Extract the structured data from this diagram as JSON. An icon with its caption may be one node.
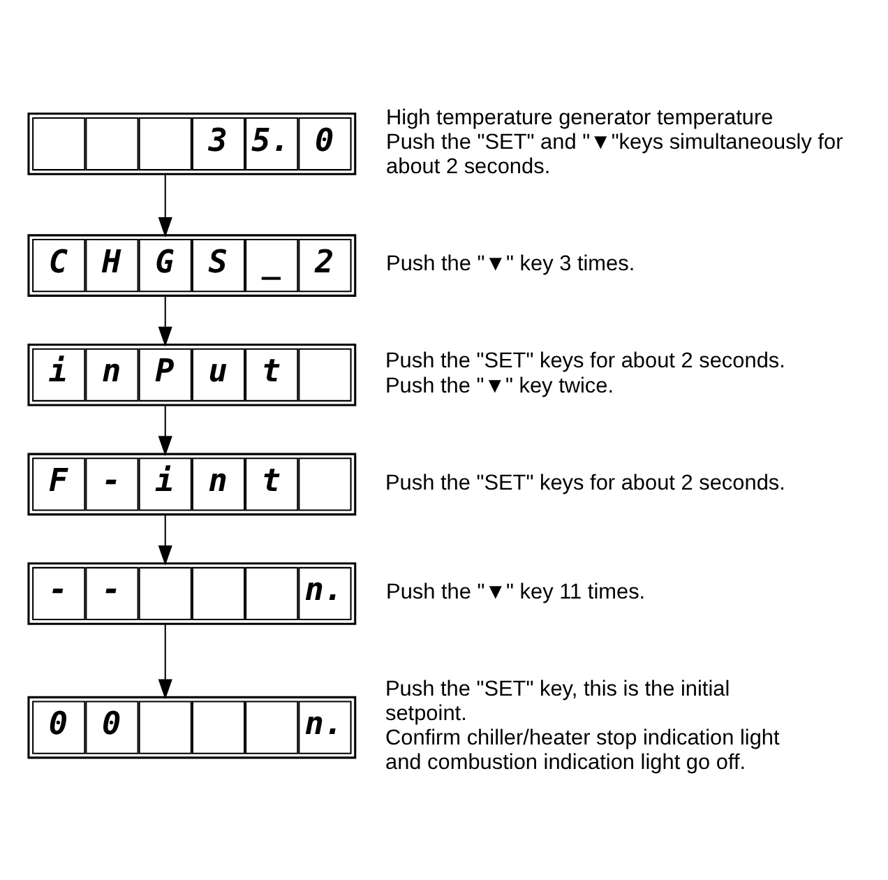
{
  "diagram": {
    "nodes": [
      {
        "text": [],
        "shape": "box",
        "beside": [
          "High temperature generator temperature",
          "Push the \"SET\" and \"▼\"keys simultaneously for about 2 seconds."
        ]
      },
      {
        "text": [],
        "shape": "box",
        "in": 0
      },
      {
        "text": [],
        "shape": "box",
        "in": 0
      },
      {
        "text": [],
        "shape": "box",
        "in": 0
      },
      {
        "text": [
          "3"
        ],
        "in": 0
      },
      {
        "text": [
          "5."
        ],
        "in": 0
      },
      {
        "text": [
          "0"
        ],
        "in": 0
      },
      {
        "text": [],
        "shape": "box",
        "beside": [
          "Push the \"▼\" key 3 times."
        ]
      },
      {
        "text": [
          "C"
        ],
        "in": 7
      },
      {
        "text": [
          "H"
        ],
        "in": 7
      },
      {
        "text": [
          "G"
        ],
        "in": 7
      },
      {
        "text": [
          "S"
        ],
        "in": 7
      },
      {
        "text": [
          "_"
        ],
        "in": 7
      },
      {
        "text": [
          "2"
        ],
        "in": 7
      },
      {
        "text": [],
        "shape": "box",
        "beside": [
          "Push the \"SET\" keys for about 2 seconds.",
          "Push the \"▼\" key twice."
        ]
      },
      {
        "text": [
          "i"
        ],
        "in": 14
      },
      {
        "text": [
          "n"
        ],
        "in": 14
      },
      {
        "text": [
          "P"
        ],
        "in": 14
      },
      {
        "text": [
          "u"
        ],
        "in": 14
      },
      {
        "text": [
          "t"
        ],
        "in": 14
      },
      {
        "text": [],
        "shape": "box",
        "in": 14
      },
      {
        "text": [],
        "shape": "box",
        "beside": [
          "Push the \"SET\" keys for about 2 seconds."
        ]
      },
      {
        "text": [
          "F"
        ],
        "in": 21
      },
      {
        "text": [
          "-"
        ],
        "in": 21
      },
      {
        "text": [
          "i"
        ],
        "in": 21
      },
      {
        "text": [
          "n"
        ],
        "in": 21
      },
      {
        "text": [
          "t"
        ],
        "in": 21
      },
      {
        "text": [],
        "shape": "box",
        "in": 21
      },
      {
        "text": [],
        "shape": "box",
        "beside": [
          "Push the \"▼\" key 11 times."
        ]
      },
      {
        "text": [
          "-"
        ],
        "in": 28
      },
      {
        "text": [
          "-"
        ],
        "in": 28
      },
      {
        "text": [],
        "shape": "box",
        "in": 28
      },
      {
        "text": [],
        "shape": "box",
        "in": 28
      },
      {
        "text": [],
        "shape": "box",
        "in": 28
      },
      {
        "text": [
          "n."
        ],
        "in": 28
      },
      {
        "text": [],
        "shape": "box",
        "beside": [
          "Push the \"SET\" key, this is the initial setpoint.",
          "Confirm chiller/heater stop indication light and combustion indication light go off."
        ]
      },
      {
        "text": [
          "0"
        ],
        "in": 35
      },
      {
        "text": [
          "0"
        ],
        "in": 35
      },
      {
        "text": [],
        "shape": "box",
        "in": 35
      },
      {
        "text": [],
        "shape": "box",
        "in": 35
      },
      {
        "text": [],
        "shape": "box",
        "in": 35
      },
      {
        "text": [
          "n."
        ],
        "in": 35
      }
    ],
    "edges": [
      {
        "from": 0,
        "to": 7,
        "arrow": "to"
      },
      {
        "from": 7,
        "to": 14,
        "arrow": "to"
      },
      {
        "from": 14,
        "to": 21,
        "arrow": "to"
      },
      {
        "from": 21,
        "to": 28,
        "arrow": "to"
      },
      {
        "from": 28,
        "to": 35,
        "arrow": "to"
      }
    ]
  }
}
